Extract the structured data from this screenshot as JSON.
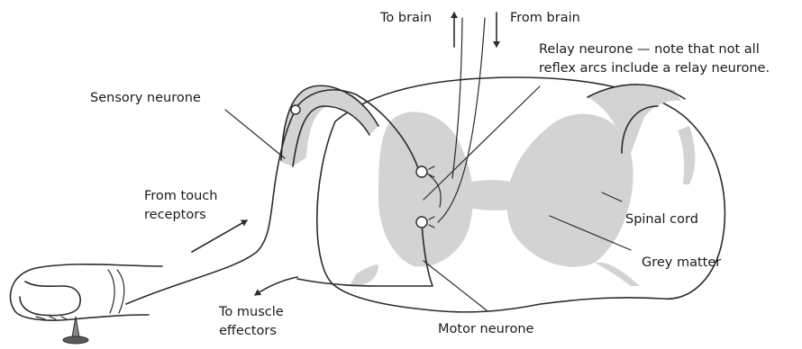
{
  "labels": {
    "to_brain": "To brain",
    "from_brain": "From brain",
    "relay_line1": "Relay neurone — note that not all",
    "relay_line2": "reflex arcs include a relay neurone.",
    "sensory_neurone": "Sensory neurone",
    "from_touch_line1": "From touch",
    "from_touch_line2": "receptors",
    "spinal_cord": "Spinal cord",
    "grey_matter": "Grey matter",
    "to_muscle_line1": "To muscle",
    "to_muscle_line2": "effectors",
    "motor_neurone": "Motor neurone"
  },
  "colors": {
    "grey_matter": "#d3d3d3",
    "ink": "#2b2b2b"
  }
}
